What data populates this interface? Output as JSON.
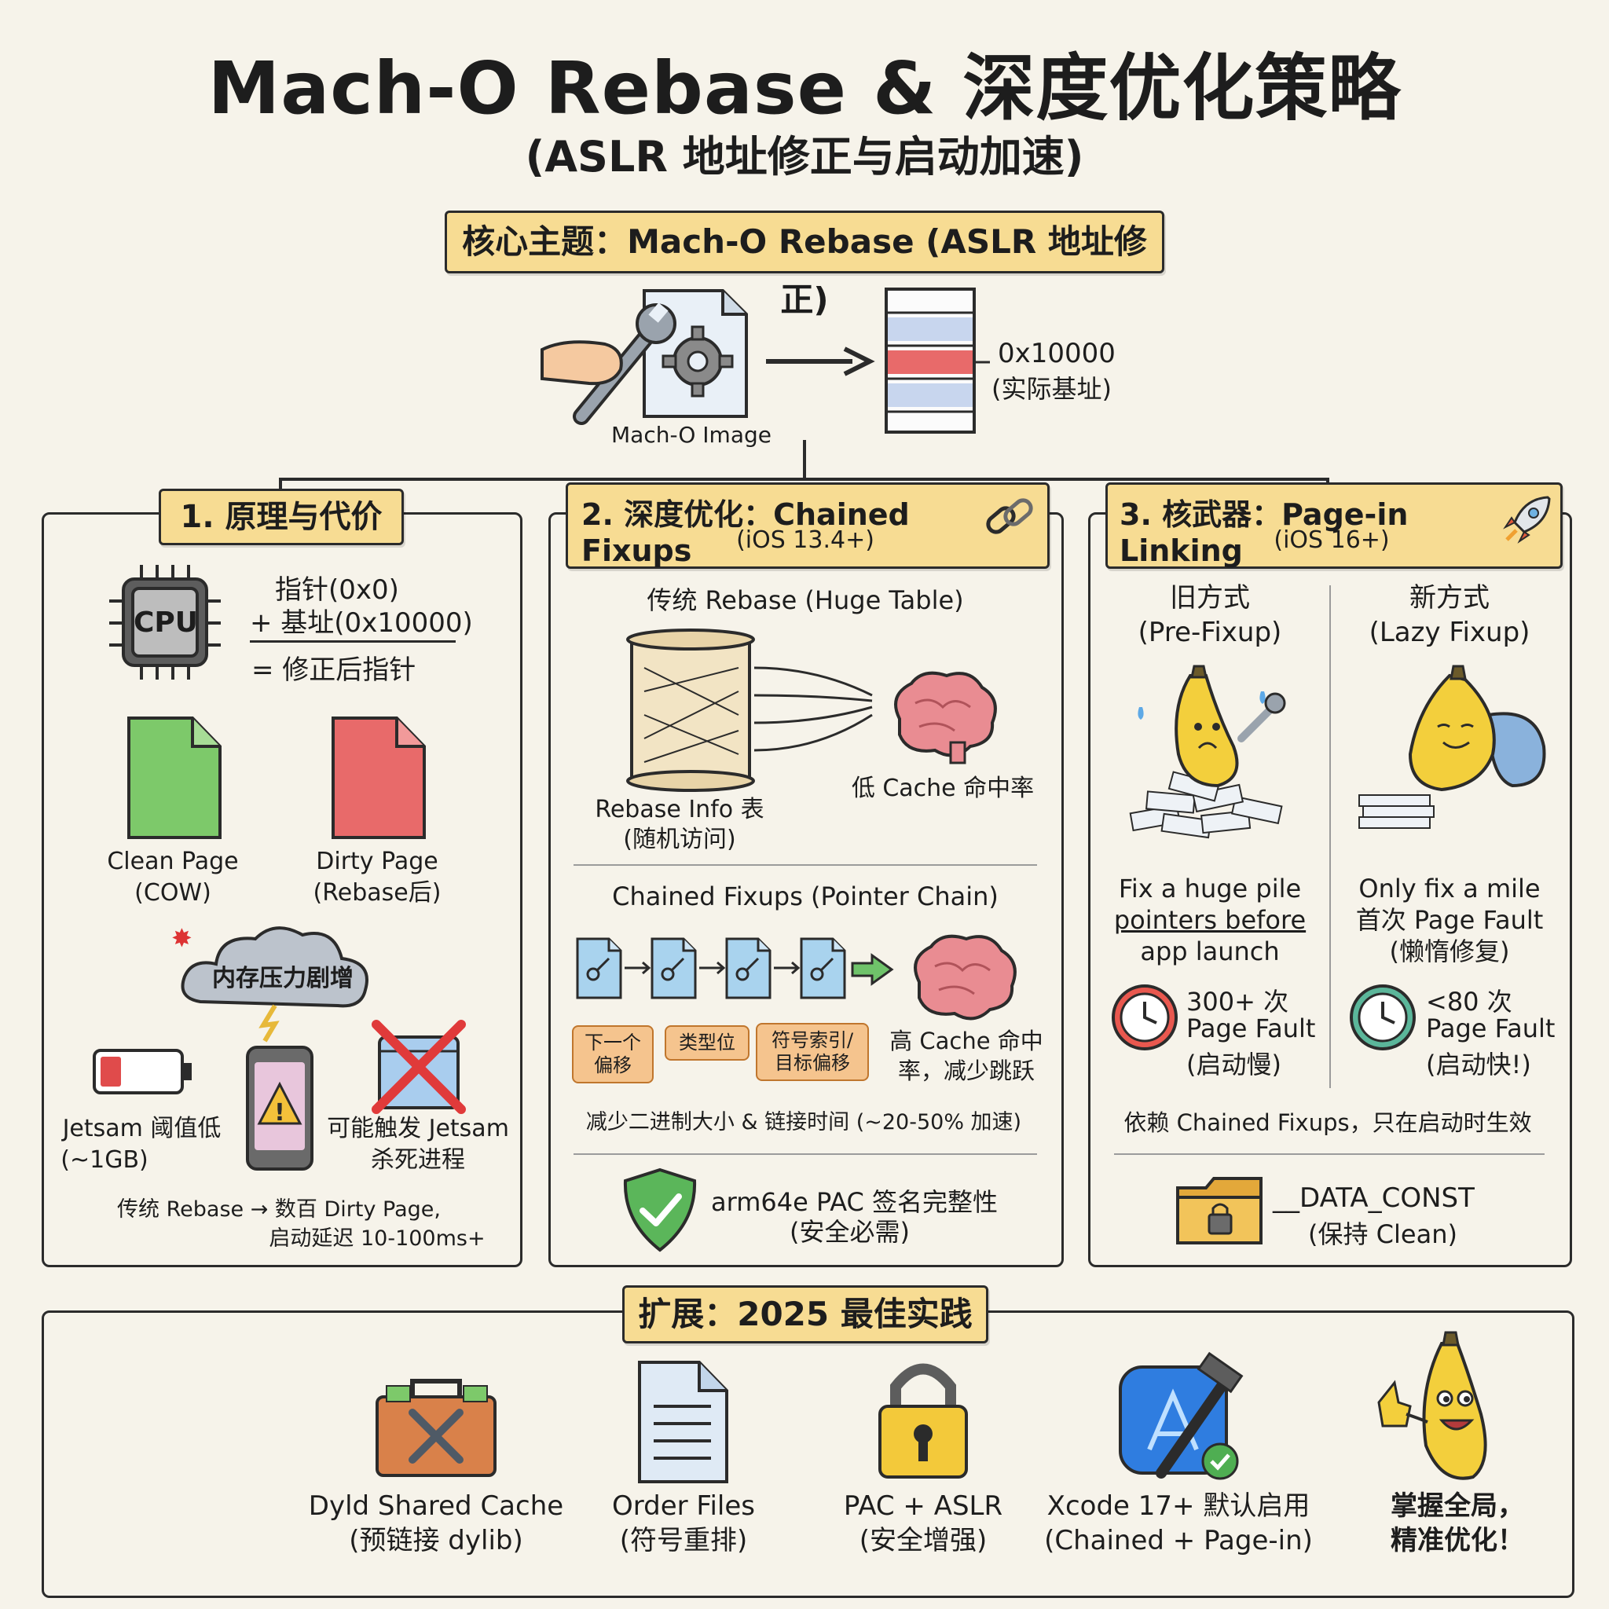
{
  "title": "Mach-O Rebase & 深度优化策略",
  "subtitle": "(ASLR 地址修正与启动加速)",
  "core": {
    "label": "核心主题：Mach-O Rebase (ASLR 地址修正)",
    "image_label": "Mach-O Image",
    "addr_value": "0x10000",
    "addr_desc": "(实际基址)"
  },
  "panel1": {
    "title": "1. 原理与代价",
    "formula_line1": "指针(0x0)",
    "formula_line2": "+ 基址(0x10000)",
    "formula_result": "= 修正后指针",
    "cpu_label": "CPU",
    "clean_line1": "Clean Page",
    "clean_line2": "(COW)",
    "dirty_line1": "Dirty Page",
    "dirty_line2": "(Rebase后)",
    "cloud_text": "内存压力剧增",
    "jetsam_line1": "Jetsam 阈值低",
    "jetsam_line2": "(~1GB)",
    "kill_line1": "可能触发 Jetsam",
    "kill_line2": "杀死进程",
    "bottom_line1": "传统 Rebase → 数百 Dirty Page,",
    "bottom_line2": "启动延迟 10-100ms+"
  },
  "panel2": {
    "title": "2. 深度优化：Chained Fixups",
    "version": "(iOS 13.4+)",
    "traditional_title": "传统 Rebase (Huge Table)",
    "table_line1": "Rebase Info 表",
    "table_line2": "(随机访问)",
    "low_cache": "低 Cache 命中率",
    "chained_title": "Chained Fixups (Pointer Chain)",
    "note1": "下一个\n偏移",
    "note2": "类型位",
    "note3": "符号索引/\n目标偏移",
    "high_cache": "高 Cache 命中\n率，减少跳跃",
    "summary": "减少二进制大小 & 链接时间 (~20-50% 加速)",
    "pac_line1": "arm64e PAC 签名完整性",
    "pac_line2": "(安全必需)"
  },
  "panel3": {
    "title": "3. 核武器：Page-in Linking",
    "version": "(iOS 16+)",
    "old_line1": "旧方式",
    "old_line2": "(Pre-Fixup)",
    "new_line1": "新方式",
    "new_line2": "(Lazy Fixup)",
    "old_desc1": "Fix a huge pile",
    "old_desc2": "pointers before",
    "old_desc3": "app launch",
    "new_desc1": "Only fix a mile",
    "new_desc2": "首次 Page Fault",
    "new_desc3": "(懒惰修复)",
    "old_count1": "300+ 次",
    "old_count2": "Page Fault",
    "old_count3": "(启动慢)",
    "new_count1": "<80 次",
    "new_count2": "Page Fault",
    "new_count3": "(启动快!)",
    "depends": "依赖 Chained Fixups，只在启动时生效",
    "data_const1": "__DATA_CONST",
    "data_const2": "(保持 Clean)"
  },
  "bottom": {
    "title": "扩展：2025 最佳实践",
    "items": [
      {
        "line1": "Dyld Shared Cache",
        "line2": "(预链接 dylib)"
      },
      {
        "line1": "Order Files",
        "line2": "(符号重排)"
      },
      {
        "line1": "PAC + ASLR",
        "line2": "(安全增强)"
      },
      {
        "line1": "Xcode 17+ 默认启用",
        "line2": "(Chained + Page-in)"
      },
      {
        "line1": "掌握全局，",
        "line2": "精准优化！"
      }
    ]
  },
  "colors": {
    "tag_bg": "#f7dc93",
    "page_clean": "#7dc96a",
    "page_dirty": "#e86a6a",
    "note_bg": "#f5c48e",
    "doc_blue": "#a9d3ee",
    "brain_pink": "#e98c92",
    "banana": "#f3cf3c"
  }
}
